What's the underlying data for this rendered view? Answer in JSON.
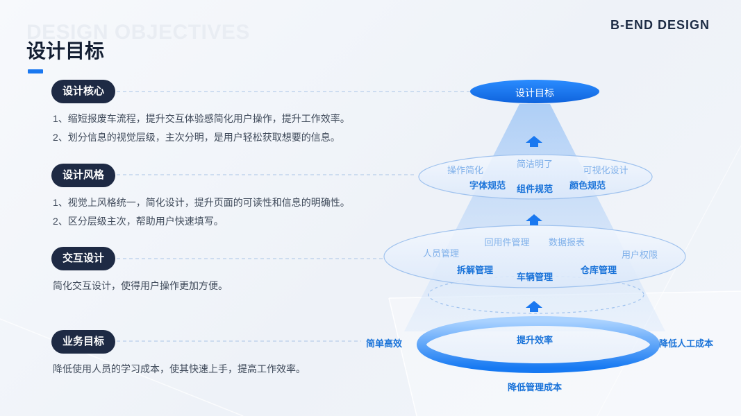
{
  "header": {
    "background_title": "DESIGN OBJECTIVES",
    "page_title": "设计目标",
    "brand": "B-END  DESIGN"
  },
  "sections": [
    {
      "tag": "设计核心",
      "lines": [
        "1、缩短报废车流程，提升交互体验感简化用户操作，提升工作效率。",
        "2、划分信息的视觉层级，主次分明，是用户轻松获取想要的信息。"
      ]
    },
    {
      "tag": "设计风格",
      "lines": [
        "1、视觉上风格统一，简化设计，提升页面的可读性和信息的明确性。",
        "2、区分层级主次，帮助用户快速填写。"
      ]
    },
    {
      "tag": "交互设计",
      "lines": [
        "简化交互设计，使得用户操作更加方便。"
      ]
    },
    {
      "tag": "业务目标",
      "lines": [
        "降低使用人员的学习成本，使其快速上手，提高工作效率。"
      ]
    }
  ],
  "diagram": {
    "top": "设计目标",
    "layer1": [
      "操作简化",
      "简洁明了",
      "可视化设计",
      "字体规范",
      "组件规范",
      "颜色规范"
    ],
    "layer2": [
      "人员管理",
      "回用件管理",
      "数据报表",
      "用户权限",
      "拆解管理",
      "车辆管理",
      "仓库管理"
    ],
    "base": {
      "center": "提升效率",
      "left": "简单高效",
      "right": "降低人工成本",
      "bottom": "降低管理成本"
    }
  },
  "colors": {
    "accent": "#1a78f0",
    "pill_bg": "#1e2a44",
    "light_label": "#7fb0ea",
    "dark_label": "#1a73d9"
  },
  "icons": [
    "up-arrow-icon"
  ]
}
